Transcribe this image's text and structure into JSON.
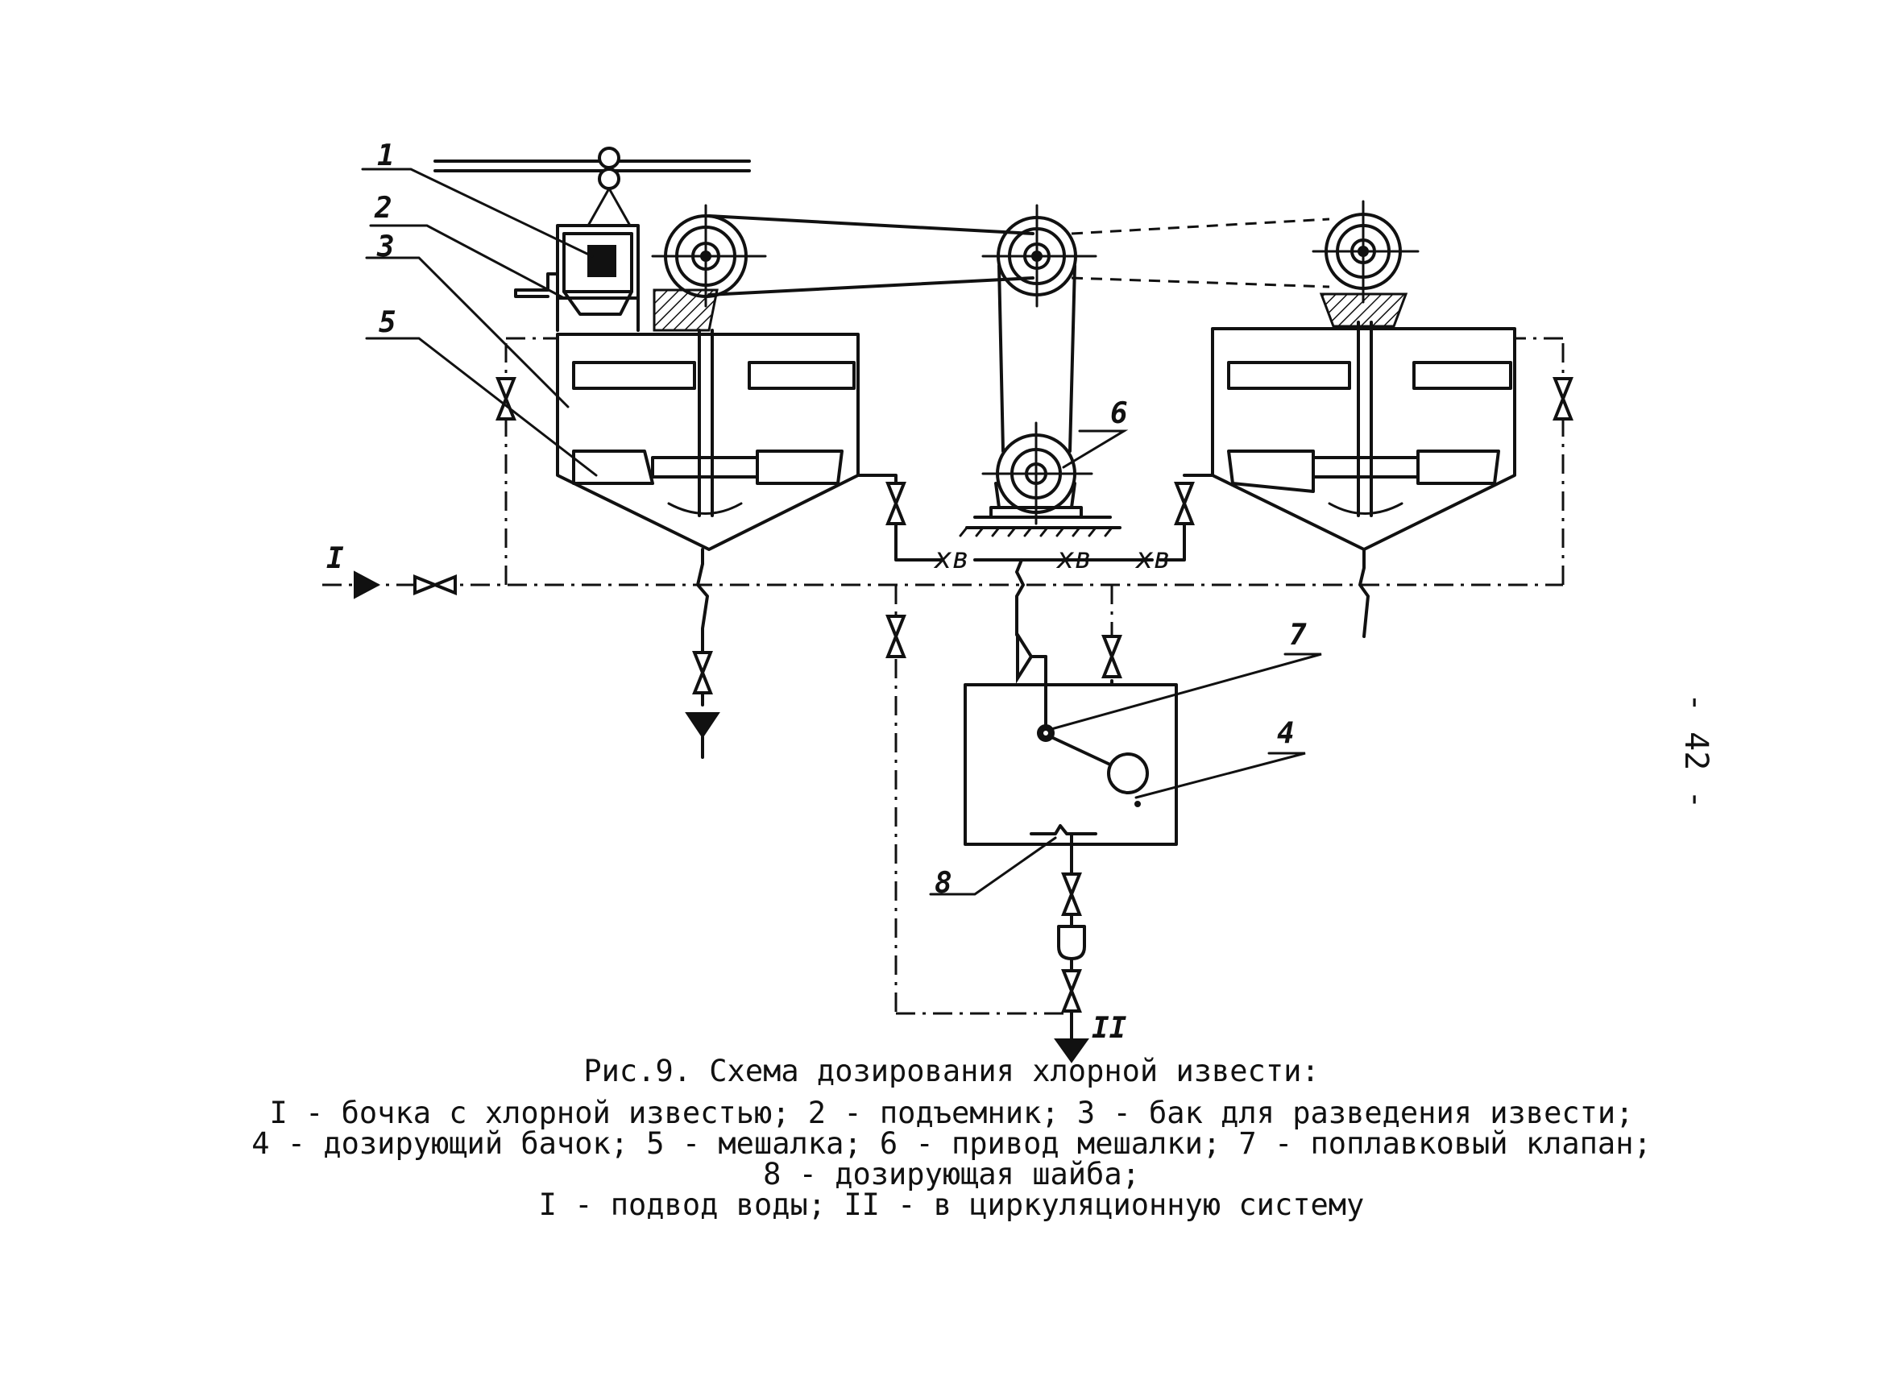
{
  "labels": {
    "n1": "1",
    "n2": "2",
    "n3": "3",
    "n4": "4",
    "n5": "5",
    "n6": "6",
    "n7": "7",
    "n8": "8",
    "inlet": "I",
    "outlet": "II",
    "hv1": "хв",
    "hv2": "хв",
    "hv3": "хв"
  },
  "caption": {
    "title": "Рис.9. Схема дозирования хлорной извести:",
    "line1": "I - бочка с хлорной известью; 2 - подъемник; 3 - бак для разведения извести;",
    "line2": "4 - дозирующий бачок; 5 - мешалка; 6 - привод мешалки; 7 - поплавковый клапан;",
    "line3": "8 - дозирующая шайба;",
    "line4": "I - подвод воды; II - в циркуляционную систему"
  },
  "page_number": "- 42 -"
}
